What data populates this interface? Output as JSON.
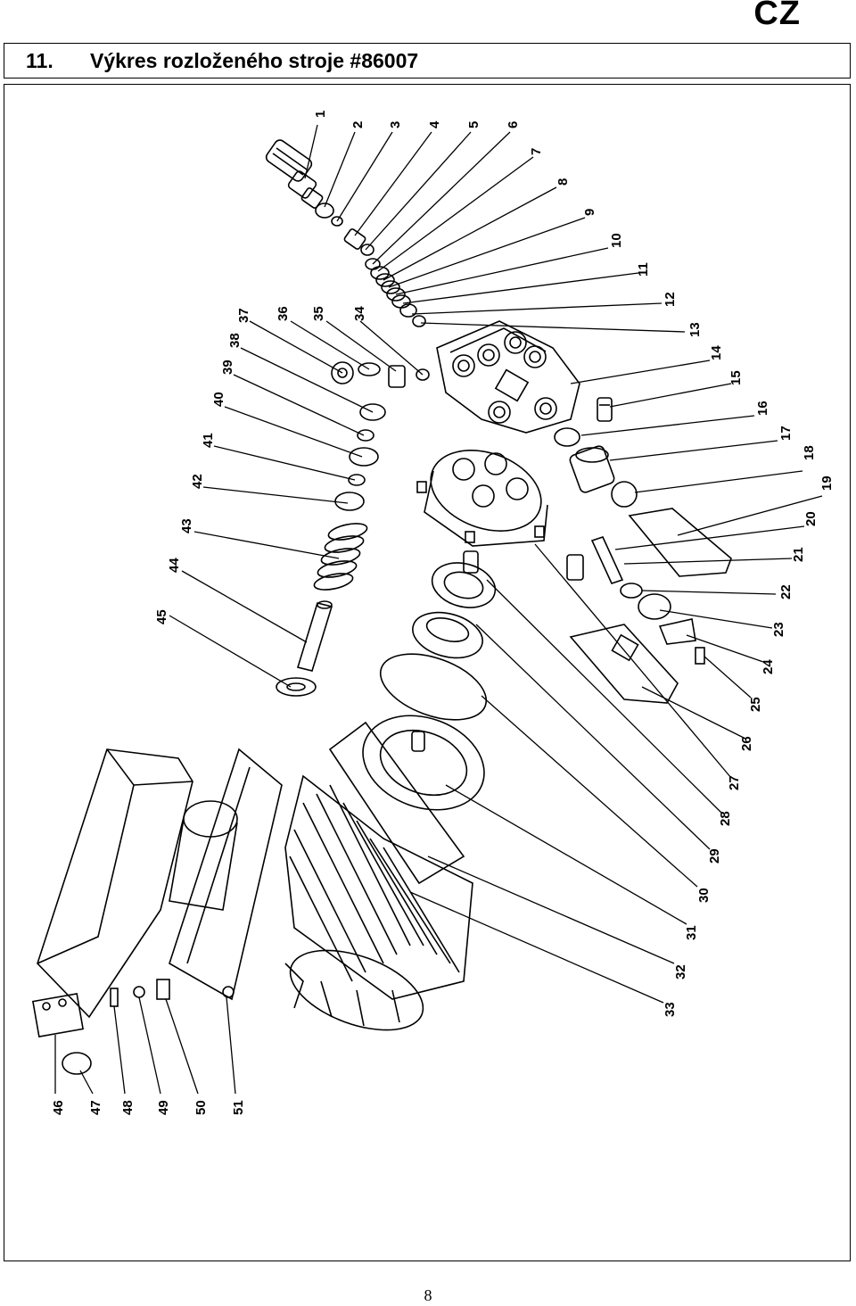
{
  "header": {
    "language_code": "CZ",
    "section_number": "11.",
    "section_title": "Výkres rozloženého stroje #86007"
  },
  "diagram": {
    "part_labels": [
      "1",
      "2",
      "3",
      "4",
      "5",
      "6",
      "7",
      "8",
      "9",
      "10",
      "11",
      "12",
      "13",
      "14",
      "15",
      "16",
      "17",
      "18",
      "19",
      "20",
      "21",
      "22",
      "23",
      "24",
      "25",
      "26",
      "27",
      "28",
      "29",
      "30",
      "31",
      "32",
      "33",
      "34",
      "35",
      "36",
      "37",
      "38",
      "39",
      "40",
      "41",
      "42",
      "43",
      "44",
      "45",
      "46",
      "47",
      "48",
      "49",
      "50",
      "51"
    ]
  },
  "footer": {
    "page_number": "8"
  }
}
